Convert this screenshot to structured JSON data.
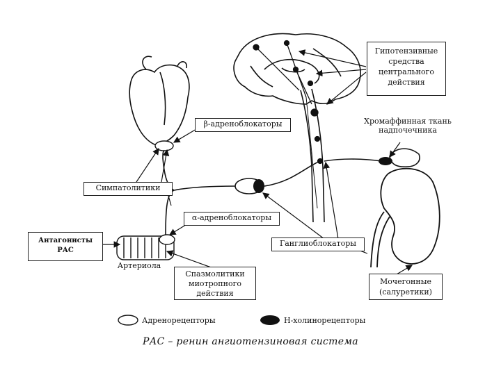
{
  "labels": {
    "central_agents": "Гипотензивные средства центрального действия",
    "beta_blockers": "β-адреноблокаторы",
    "chromaffin": "Хромаффинная ткань надпочечника",
    "sympatholytics": "Симпатолитики",
    "alpha_blockers": "α-адреноблокаторы",
    "ras_antagonists": "Антагонисты РАС",
    "ganglion_blockers": "Ганглиоблокаторы",
    "arteriole": "Артериола",
    "myotropic": "Спазмолитики миотропного действия",
    "diuretics": "Мочегонные (салуретики)"
  },
  "legend": {
    "adrenoreceptors": "Адренорецепторы",
    "cholinoreceptors": "Н-холинорецепторы"
  },
  "caption": "РАС – ренин ангиотензиновая система"
}
